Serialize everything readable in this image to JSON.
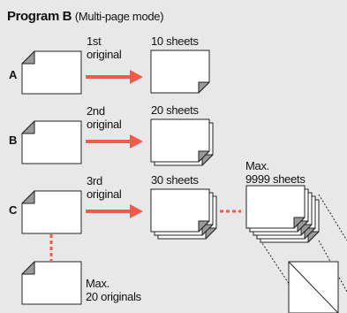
{
  "title": "Program B",
  "subtitle": "(Multi-page mode)",
  "rows": [
    {
      "label": "A",
      "original": "1st\noriginal",
      "result": "10 sheets"
    },
    {
      "label": "B",
      "original": "2nd\noriginal",
      "result": "20 sheets"
    },
    {
      "label": "C",
      "original": "3rd\noriginal",
      "result": "30 sheets"
    }
  ],
  "max_sheets": "Max.\n9999 sheets",
  "max_originals": "Max.\n20 originals",
  "colors": {
    "background": "#e8e8e8",
    "arrow": "#ef5a4a",
    "paper": "#ffffff",
    "fold": "#9a9a9a",
    "outline": "#222222"
  }
}
